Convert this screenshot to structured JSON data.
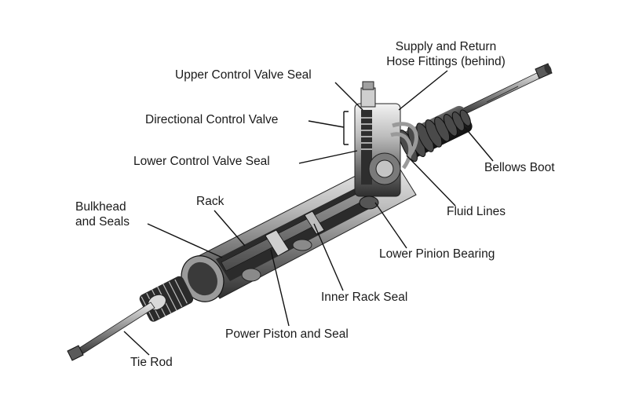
{
  "labels": {
    "supply_return": "Supply and Return Hose Fittings (behind)",
    "supply_return_line1": "Supply and Return",
    "supply_return_line2": "Hose Fittings (behind)",
    "upper_valve_seal": "Upper Control Valve Seal",
    "directional_valve": "Directional Control Valve",
    "lower_valve_seal": "Lower Control Valve Seal",
    "bellows_boot": "Bellows Boot",
    "bulkhead_line1": "Bulkhead",
    "bulkhead_line2": "and Seals",
    "rack": "Rack",
    "fluid_lines": "Fluid Lines",
    "lower_pinion_bearing": "Lower Pinion Bearing",
    "inner_rack_seal": "Inner Rack Seal",
    "power_piston": "Power Piston and Seal",
    "tie_rod": "Tie Rod"
  },
  "colors": {
    "metal_dark": "#3a3a3a",
    "metal_mid": "#8a8a8a",
    "metal_light": "#d6d6d6",
    "line": "#111111"
  }
}
